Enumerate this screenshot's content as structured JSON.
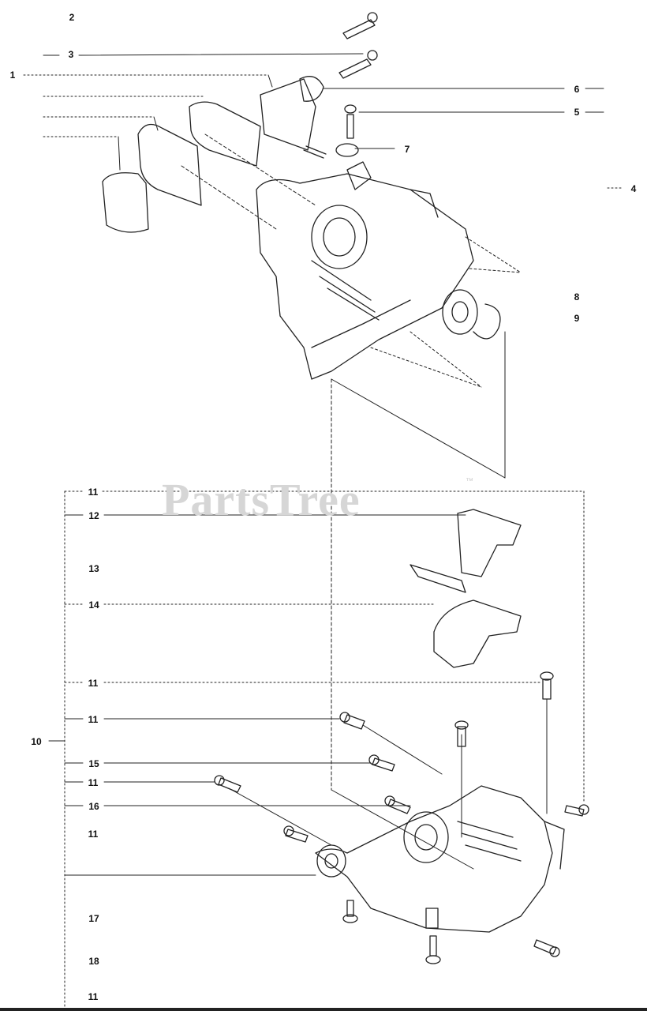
{
  "diagram": {
    "watermark": "PartsTree",
    "watermark_mark": "™",
    "callouts": [
      "2",
      "3",
      "1",
      "6",
      "5",
      "7",
      "4",
      "8",
      "9",
      "11",
      "12",
      "13",
      "14",
      "11",
      "11",
      "10",
      "15",
      "11",
      "16",
      "11",
      "17",
      "18",
      "11"
    ]
  }
}
